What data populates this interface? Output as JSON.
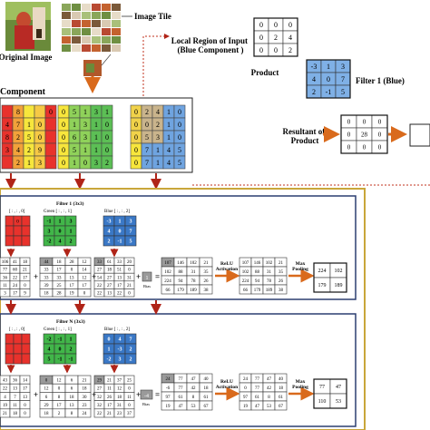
{
  "labels": {
    "original_image": "Original Image",
    "image_tile": "Image Tile",
    "local_region": "Local Region of Input (Blue Component )",
    "product": "Product",
    "filter1_blue": "Filter 1 (Blue)",
    "resultant": "Resultant of Product",
    "component": "Component",
    "filter1_title": "Filter 1 (3x3)",
    "filterN_title": "Filter N (3x3)",
    "green_label": "Green [ : , : , 1]",
    "blue_label": "Blue [ : , : , 2]",
    "red_label": "[ : , : , 0]",
    "relu": "ReLU Activation",
    "maxpool": "Max Pooling",
    "bias": "Bias",
    "plus": "+",
    "equals": "="
  },
  "top": {
    "product_matrix": [
      [
        "0",
        "0",
        "0"
      ],
      [
        "0",
        "2",
        "4"
      ],
      [
        "0",
        "0",
        "2"
      ]
    ],
    "filter1_blue": [
      [
        "-3",
        "1",
        "3"
      ],
      [
        "4",
        "0",
        "7"
      ],
      [
        "2",
        "-1",
        "5"
      ]
    ],
    "resultant_matrix": [
      [
        "0",
        "0",
        "0"
      ],
      [
        "0",
        "28",
        "0"
      ],
      [
        "0",
        "0",
        "0"
      ]
    ]
  },
  "components": {
    "red": [
      [
        "",
        "8",
        "",
        "",
        "0"
      ],
      [
        "4",
        "7",
        "1",
        "0",
        ""
      ],
      [
        "8",
        "2",
        "5",
        "0",
        ""
      ],
      [
        "3",
        "4",
        "2",
        "9",
        ""
      ],
      [
        "",
        "2",
        "1",
        "3",
        ""
      ]
    ],
    "green": [
      [
        "0",
        "5",
        "1",
        "3",
        "1"
      ],
      [
        "0",
        "1",
        "3",
        "1",
        "0"
      ],
      [
        "0",
        "6",
        "3",
        "1",
        "0"
      ],
      [
        "0",
        "5",
        "1",
        "1",
        "0"
      ],
      [
        "0",
        "1",
        "0",
        "3",
        "2"
      ]
    ],
    "blue": [
      [
        "0",
        "2",
        "4",
        "1",
        "0"
      ],
      [
        "0",
        "0",
        "2",
        "1",
        "0"
      ],
      [
        "0",
        "5",
        "3",
        "1",
        "0"
      ],
      [
        "0",
        "7",
        "1",
        "4",
        "5"
      ],
      [
        "0",
        "7",
        "1",
        "4",
        "5"
      ]
    ]
  },
  "filter1": {
    "red": [
      [
        "",
        "0",
        ""
      ],
      [
        "",
        "",
        ""
      ],
      [
        "",
        "",
        ""
      ]
    ],
    "green": [
      [
        "-1",
        "1",
        "3"
      ],
      [
        "3",
        "0",
        "1"
      ],
      [
        "-2",
        "4",
        "2"
      ]
    ],
    "blue": [
      [
        "-3",
        "1",
        "3"
      ],
      [
        "4",
        "0",
        "7"
      ],
      [
        "2",
        "-1",
        "5"
      ]
    ],
    "in_red": [
      [
        "106",
        "41",
        "18"
      ],
      [
        "77",
        "60",
        "21"
      ],
      [
        "36",
        "22",
        "17"
      ],
      [
        "11",
        "24",
        "0"
      ],
      [
        "3",
        "17",
        "9"
      ]
    ],
    "in_green": [
      [
        "44",
        "18",
        "28",
        "12"
      ],
      [
        "33",
        "17",
        "0",
        "14"
      ],
      [
        "33",
        "33",
        "13",
        "12"
      ],
      [
        "39",
        "25",
        "17",
        "17"
      ],
      [
        "18",
        "28",
        "19",
        "0"
      ]
    ],
    "in_blue": [
      [
        "33",
        "61",
        "33",
        "20"
      ],
      [
        "27",
        "18",
        "51",
        "0"
      ],
      [
        "54",
        "27",
        "13",
        "31"
      ],
      [
        "22",
        "27",
        "17",
        "21"
      ],
      [
        "22",
        "13",
        "22",
        "0"
      ]
    ],
    "bias": "1",
    "output": [
      [
        "107",
        "146",
        "102",
        "21"
      ],
      [
        "102",
        "88",
        "31",
        "35"
      ],
      [
        "224",
        "94",
        "78",
        "26"
      ],
      [
        "66",
        "179",
        "189",
        "38"
      ]
    ],
    "relu": [
      [
        "107",
        "146",
        "102",
        "21"
      ],
      [
        "102",
        "88",
        "31",
        "35"
      ],
      [
        "224",
        "94",
        "78",
        "26"
      ],
      [
        "66",
        "179",
        "189",
        "38"
      ]
    ],
    "pool": [
      [
        "224",
        "102"
      ],
      [
        "179",
        "189"
      ]
    ]
  },
  "filterN": {
    "red": [
      [
        "",
        "",
        ""
      ],
      [
        "",
        "",
        ""
      ],
      [
        "",
        "",
        ""
      ]
    ],
    "green": [
      [
        "-2",
        "-1",
        "1"
      ],
      [
        "4",
        "0",
        "2"
      ],
      [
        "5",
        "-1",
        "-1"
      ]
    ],
    "blue": [
      [
        "0",
        "4",
        "7"
      ],
      [
        "1",
        "-3",
        "2"
      ],
      [
        "-2",
        "3",
        "2"
      ]
    ],
    "in_red": [
      [
        "43",
        "36",
        "14"
      ],
      [
        "22",
        "13",
        "17"
      ],
      [
        "4",
        "7",
        "13"
      ],
      [
        "19",
        "11",
        "0"
      ],
      [
        "21",
        "18",
        "0"
      ]
    ],
    "in_green": [
      [
        "0",
        "12",
        "6",
        "21"
      ],
      [
        "12",
        "0",
        "6",
        "18"
      ],
      [
        "6",
        "8",
        "18",
        "30"
      ],
      [
        "29",
        "17",
        "13",
        "23"
      ],
      [
        "18",
        "2",
        "8",
        "24"
      ]
    ],
    "in_blue": [
      [
        "29",
        "21",
        "37",
        "25"
      ],
      [
        "27",
        "11",
        "12",
        "0"
      ],
      [
        "32",
        "26",
        "18",
        "11"
      ],
      [
        "32",
        "17",
        "31",
        "0"
      ],
      [
        "22",
        "21",
        "23",
        "37"
      ]
    ],
    "bias": "-4",
    "output": [
      [
        "24",
        "77",
        "47",
        "40"
      ],
      [
        "-6",
        "77",
        "42",
        "18"
      ],
      [
        "97",
        "61",
        "8",
        "61"
      ],
      [
        "19",
        "47",
        "53",
        "67"
      ]
    ],
    "relu": [
      [
        "24",
        "77",
        "47",
        "40"
      ],
      [
        "0",
        "77",
        "42",
        "18"
      ],
      [
        "97",
        "61",
        "8",
        "61"
      ],
      [
        "19",
        "47",
        "53",
        "67"
      ]
    ],
    "pool": [
      [
        "77",
        "47"
      ],
      [
        "110",
        "53"
      ]
    ]
  },
  "colors": {
    "red": "#e8322c",
    "orange": "#f2a23a",
    "yellow": "#f7e63c",
    "green_fill": "#41b649",
    "blue_fill": "#3a78c6",
    "arrow": "#d96a1c",
    "border": "#2c3f70",
    "outer": "#c9a63a",
    "highlight": "#9a9a9a"
  }
}
